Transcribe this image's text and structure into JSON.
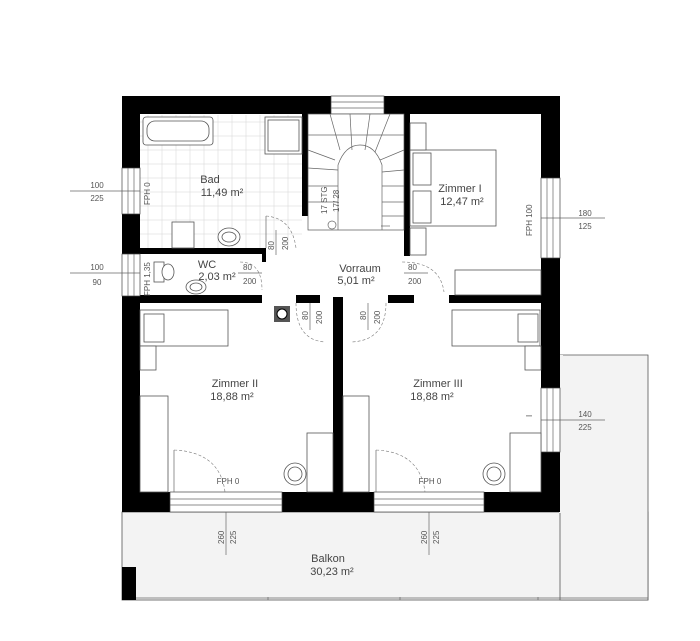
{
  "rooms": {
    "bad": {
      "name": "Bad",
      "area": "11,49 m²"
    },
    "zimmer1": {
      "name": "Zimmer I",
      "area": "12,47 m²"
    },
    "wc": {
      "name": "WC",
      "area": "2,03 m²"
    },
    "vorraum": {
      "name": "Vorraum",
      "area": "5,01 m²"
    },
    "zimmer2": {
      "name": "Zimmer II",
      "area": "18,88 m²"
    },
    "zimmer3": {
      "name": "Zimmer III",
      "area": "18,88 m²"
    },
    "balkon": {
      "name": "Balkon",
      "area": "30,23 m²"
    }
  },
  "stairs": {
    "label_a": "17 STG",
    "label_b": "17/ 28"
  },
  "windows": {
    "bad": {
      "fph": "FPH 0",
      "w": "100",
      "h": "225"
    },
    "wc": {
      "fph": "FPH 1,35",
      "w": "100",
      "h": "90"
    },
    "zimmer1": {
      "fph": "FPH 100",
      "w": "180",
      "h": "125"
    },
    "zimmer3_side": {
      "w": "140",
      "h": "225"
    },
    "zimmer2_door": {
      "fph": "FPH 0",
      "w": "260",
      "h": "225"
    },
    "zimmer3_door": {
      "fph": "FPH 0",
      "w": "260",
      "h": "225"
    }
  },
  "doors": {
    "bad": {
      "w": "80",
      "h": "200"
    },
    "wc": {
      "w": "80",
      "h": "200"
    },
    "zimmer1": {
      "w": "80",
      "h": "200"
    },
    "zimmer2": {
      "w": "80",
      "h": "200"
    },
    "zimmer3": {
      "w": "80",
      "h": "200"
    }
  }
}
